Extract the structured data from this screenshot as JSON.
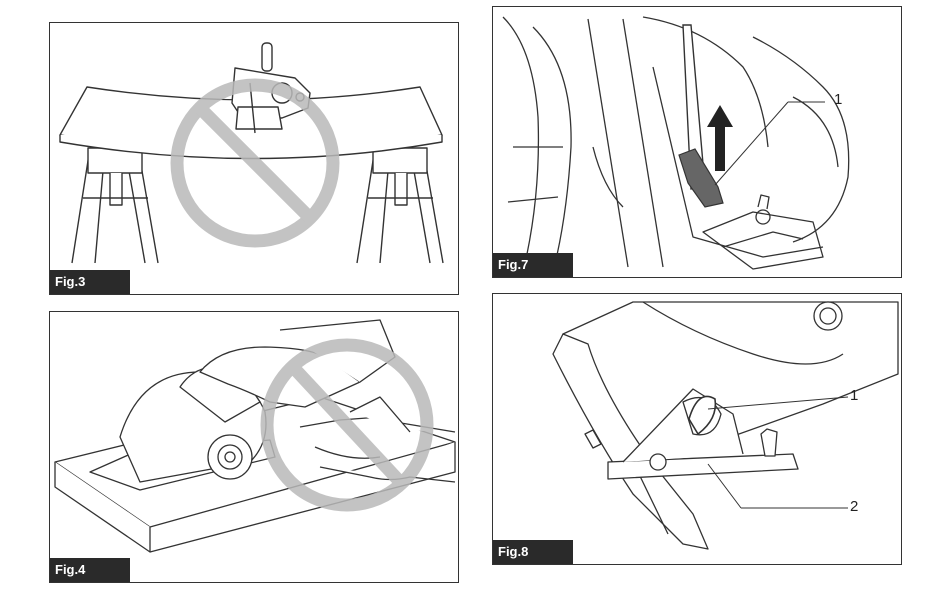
{
  "figures": [
    {
      "label": "Fig.3"
    },
    {
      "label": "Fig.7",
      "callouts": [
        "1"
      ]
    },
    {
      "label": "Fig.4"
    },
    {
      "label": "Fig.8",
      "callouts": [
        "1",
        "2"
      ]
    }
  ],
  "colors": {
    "line": "#333333",
    "prohibit": "#b9b9b9",
    "tag_bg": "#2a2a2a",
    "tag_text": "#ffffff"
  },
  "icons": [
    "prohibition-icon",
    "arrow-up-icon"
  ]
}
